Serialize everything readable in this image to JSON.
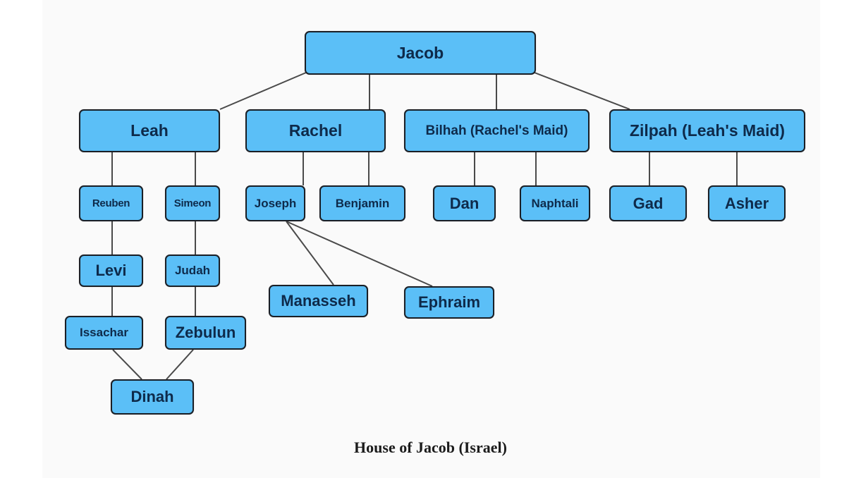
{
  "diagram": {
    "title": "House of Jacob (Israel)",
    "colors": {
      "node_fill": "#5bbff7",
      "node_border": "#1a1f26",
      "edge": "#4a4a4a",
      "background": "#fafafa"
    },
    "nodes": {
      "jacob": "Jacob",
      "leah": "Leah",
      "rachel": "Rachel",
      "bilhah": "Bilhah (Rachel's Maid)",
      "zilpah": "Zilpah (Leah's Maid)",
      "reuben": "Reuben",
      "simeon": "Simeon",
      "joseph": "Joseph",
      "benjamin": "Benjamin",
      "dan": "Dan",
      "naphtali": "Naphtali",
      "gad": "Gad",
      "asher": "Asher",
      "levi": "Levi",
      "judah": "Judah",
      "issachar": "Issachar",
      "zebulun": "Zebulun",
      "dinah": "Dinah",
      "manasseh": "Manasseh",
      "ephraim": "Ephraim"
    },
    "edges": [
      [
        "jacob",
        "leah"
      ],
      [
        "jacob",
        "rachel"
      ],
      [
        "jacob",
        "bilhah"
      ],
      [
        "jacob",
        "zilpah"
      ],
      [
        "leah",
        "reuben"
      ],
      [
        "leah",
        "simeon"
      ],
      [
        "reuben",
        "levi"
      ],
      [
        "levi",
        "issachar"
      ],
      [
        "simeon",
        "judah"
      ],
      [
        "judah",
        "zebulun"
      ],
      [
        "issachar",
        "dinah"
      ],
      [
        "zebulun",
        "dinah"
      ],
      [
        "rachel",
        "joseph"
      ],
      [
        "rachel",
        "benjamin"
      ],
      [
        "joseph",
        "manasseh"
      ],
      [
        "joseph",
        "ephraim"
      ],
      [
        "bilhah",
        "dan"
      ],
      [
        "bilhah",
        "naphtali"
      ],
      [
        "zilpah",
        "gad"
      ],
      [
        "zilpah",
        "asher"
      ]
    ]
  }
}
